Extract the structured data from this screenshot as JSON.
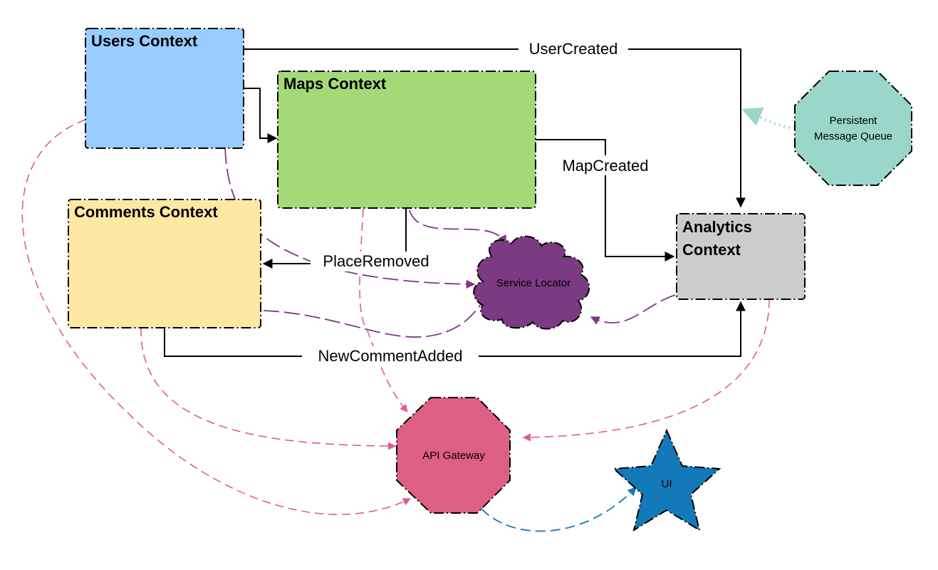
{
  "contexts": {
    "users": {
      "title": "Users Context",
      "color": "#99ccff"
    },
    "maps": {
      "title": "Maps Context",
      "color": "#a3d977"
    },
    "comments": {
      "title": "Comments Context",
      "color": "#ffe8a3"
    },
    "analytics": {
      "title_line1": "Analytics",
      "title_line2": "Context",
      "color": "#cccccc"
    }
  },
  "nodes": {
    "persistent_queue": {
      "line1": "Persistent",
      "line2": "Message Queue",
      "color": "#9ad6c9"
    },
    "service_locator": {
      "label": "Service Locator",
      "color": "#7b3a82"
    },
    "api_gateway": {
      "label": "API Gateway",
      "color": "#de5f84"
    },
    "ui": {
      "label": "UI",
      "color": "#1479b8"
    }
  },
  "edges": {
    "user_created": "UserCreated",
    "map_created": "MapCreated",
    "place_removed": "PlaceRemoved",
    "new_comment_added": "NewCommentAdded"
  },
  "colors": {
    "registration_edge": "#7b3a82",
    "gateway_edge": "#de5f84",
    "ui_edge": "#1479b8",
    "queue_edge": "#9ad6c9"
  }
}
